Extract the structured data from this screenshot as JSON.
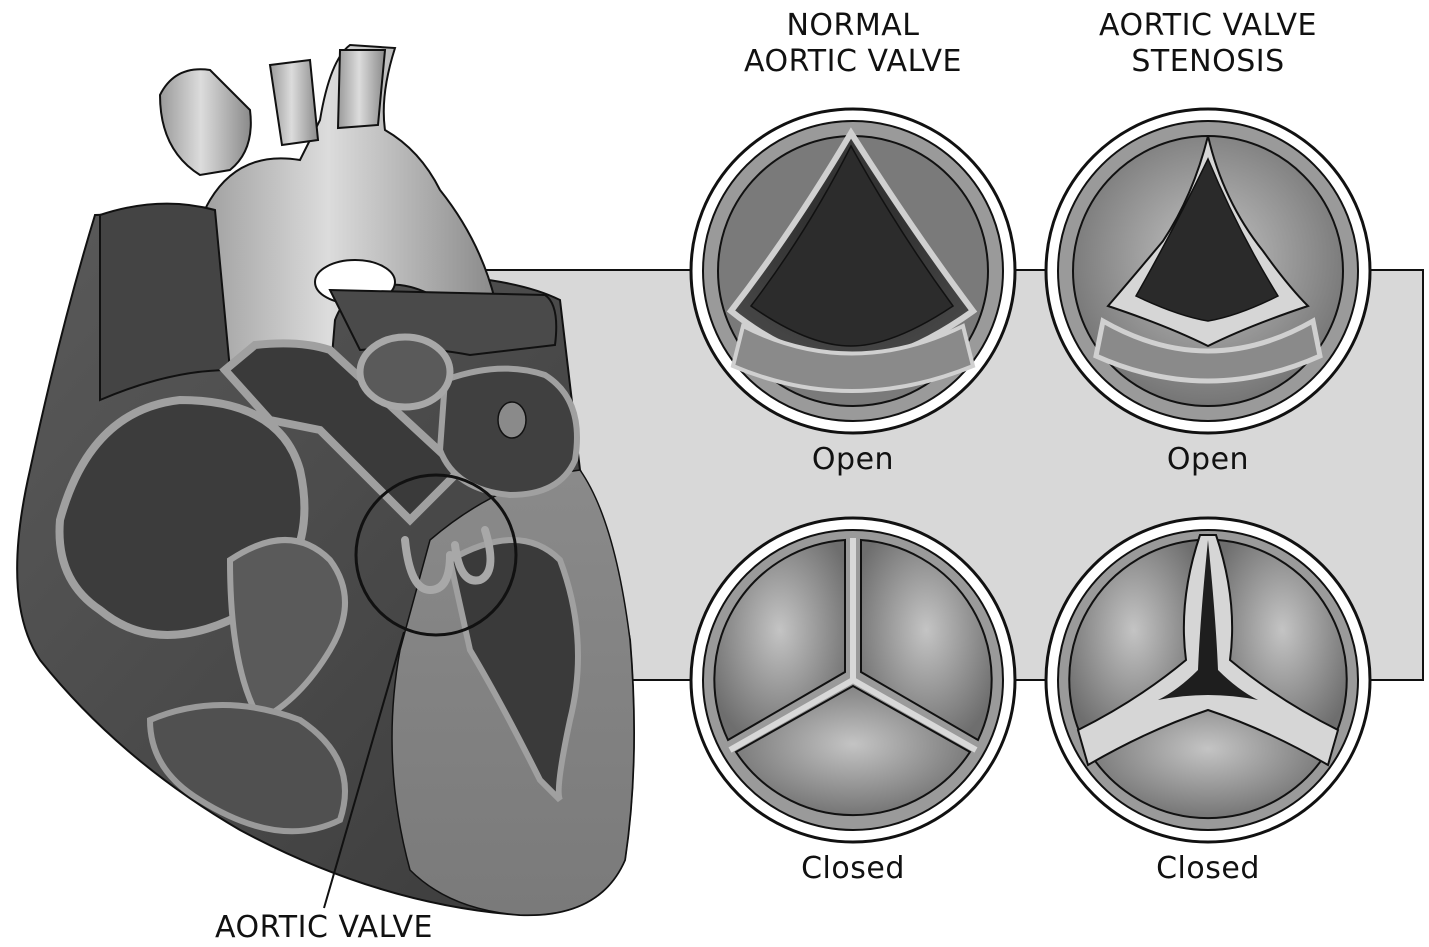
{
  "columns": {
    "normal": {
      "title_line1": "NORMAL",
      "title_line2": "AORTIC VALVE"
    },
    "stenosis": {
      "title_line1": "AORTIC VALVE",
      "title_line2": "STENOSIS"
    }
  },
  "states": {
    "normal_open": "Open",
    "normal_closed": "Closed",
    "stenosis_open": "Open",
    "stenosis_closed": "Closed"
  },
  "callout": {
    "label": "AORTIC VALVE"
  },
  "colors": {
    "panel_fill": "#d8d8d8",
    "outline": "#111111",
    "heart_dark": "#3a3a3a",
    "heart_mid": "#6a6a6a",
    "heart_light": "#b8b8b8"
  }
}
